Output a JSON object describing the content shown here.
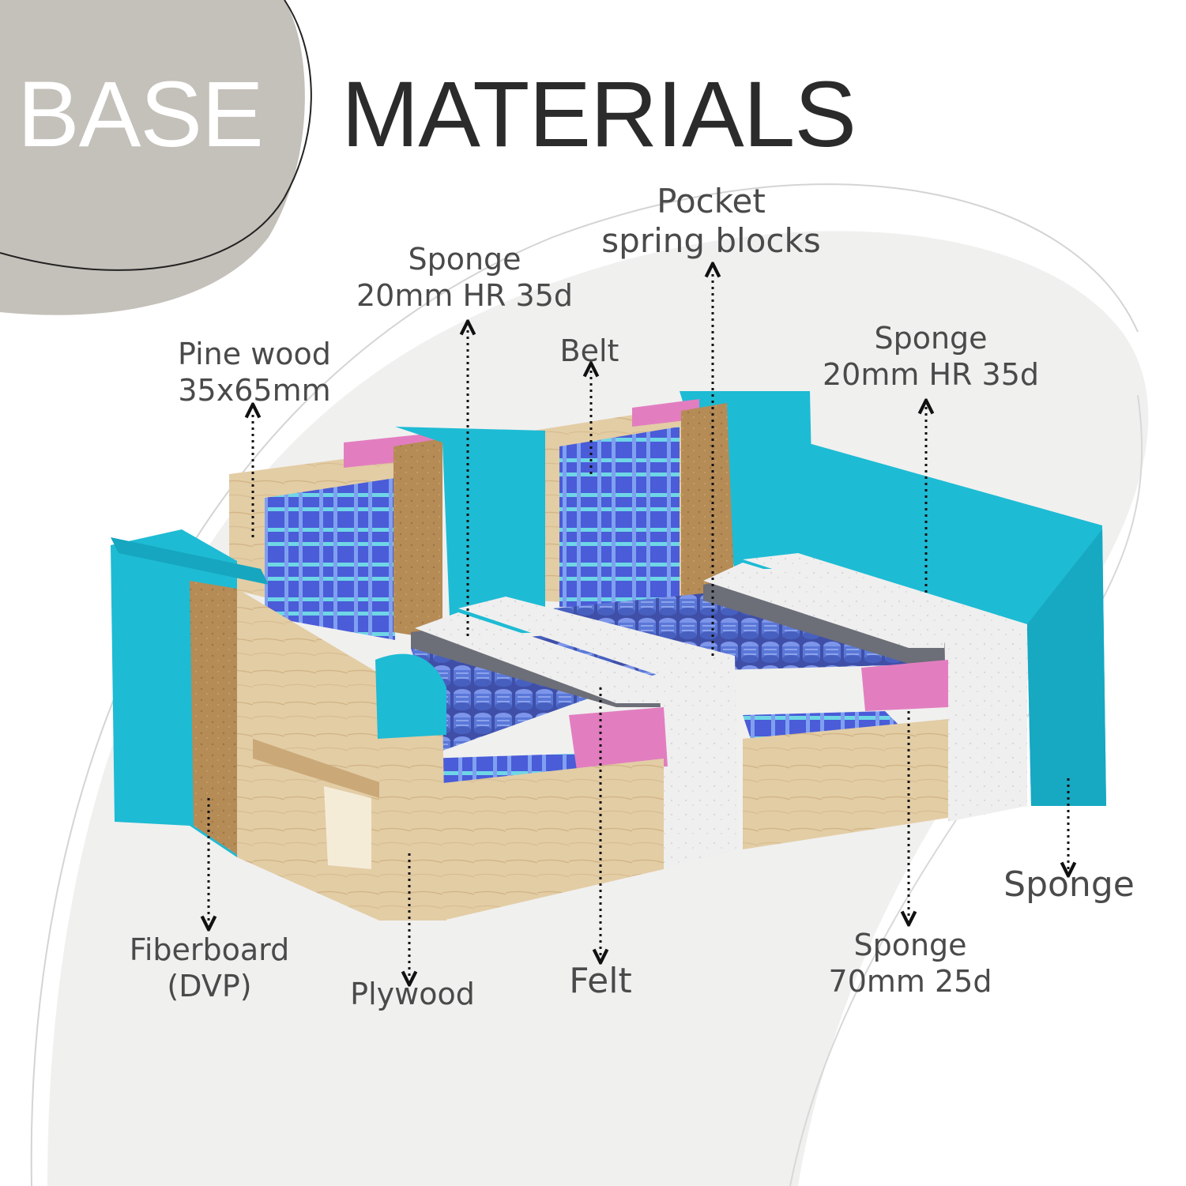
{
  "header": {
    "word1": "BASE",
    "word2": "MATERIALS",
    "word1_color": "#ffffff",
    "word2_color": "#2b2b2b",
    "badge_color": "#c4c0ba"
  },
  "colors": {
    "background": "#f0f0ef",
    "sponge_blue": "#1ebbd4",
    "sponge_pink": "#e27ec0",
    "foam_white": "#ececec",
    "felt_grey": "#6c6e78",
    "wood": "#e0c9a0",
    "fiberboard": "#b48a55",
    "spring_blue": "#5a78d8",
    "belt_blue": "#4a5cd8",
    "text": "#4a4a4a"
  },
  "labels": {
    "pine_wood": "Pine wood\n35x65mm",
    "sponge_back": "Sponge\n20mm HR 35d",
    "pocket_springs": "Pocket\nspring blocks",
    "belt": "Belt",
    "sponge_seat_top": "Sponge\n20mm HR 35d",
    "fiberboard": "Fiberboard\n(DVP)",
    "plywood": "Plywood",
    "felt": "Felt",
    "sponge_70": "Sponge\n70mm 25d",
    "sponge_arm": "Sponge"
  }
}
